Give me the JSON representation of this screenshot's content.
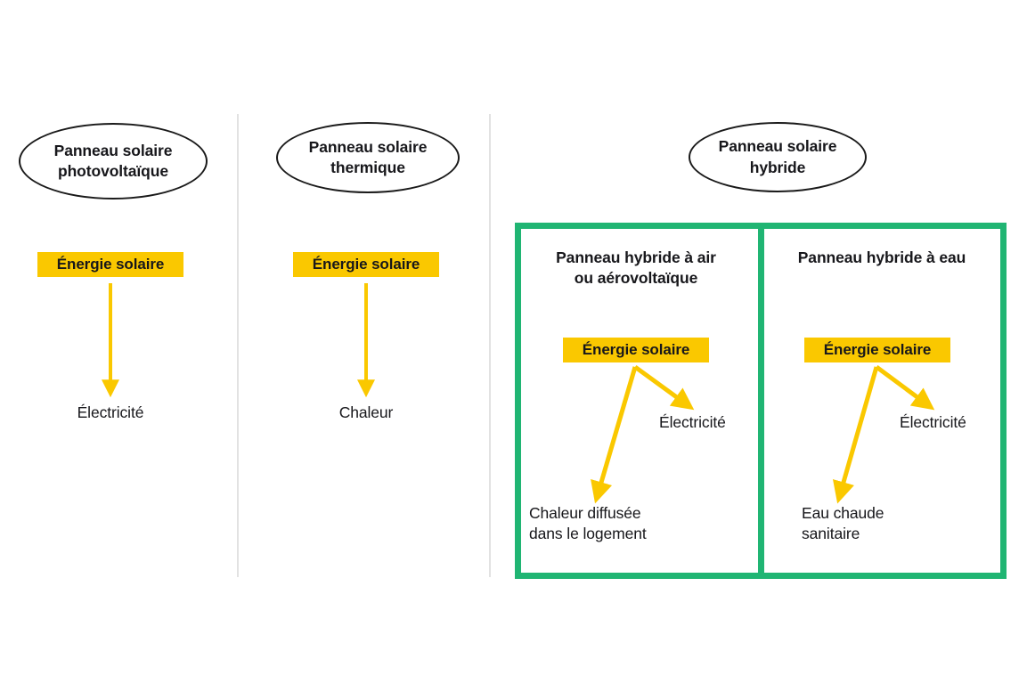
{
  "figure": {
    "background_color": "#ffffff",
    "accent_yellow": "#fac800",
    "accent_green": "#20b573",
    "text_color": "#17171b",
    "divider_color": "#e2e2e2"
  },
  "columns": [
    {
      "id": "photovoltaique",
      "title": "Panneau solaire\nphotovoltaïque",
      "source_label": "Énergie solaire",
      "outputs": [
        "Électricité"
      ]
    },
    {
      "id": "thermique",
      "title": "Panneau solaire\nthermique",
      "source_label": "Énergie solaire",
      "outputs": [
        "Chaleur"
      ]
    },
    {
      "id": "hybride",
      "title": "Panneau solaire\nhybride",
      "panels": [
        {
          "id": "hybride-air",
          "title": "Panneau hybride à air\nou aérovoltaïque",
          "source_label": "Énergie solaire",
          "output_right": "Électricité",
          "output_left": "Chaleur diffusée\ndans le logement"
        },
        {
          "id": "hybride-eau",
          "title": "Panneau hybride à eau",
          "source_label": "Énergie solaire",
          "output_right": "Électricité",
          "output_left": "Eau chaude\nsanitaire"
        }
      ]
    }
  ]
}
